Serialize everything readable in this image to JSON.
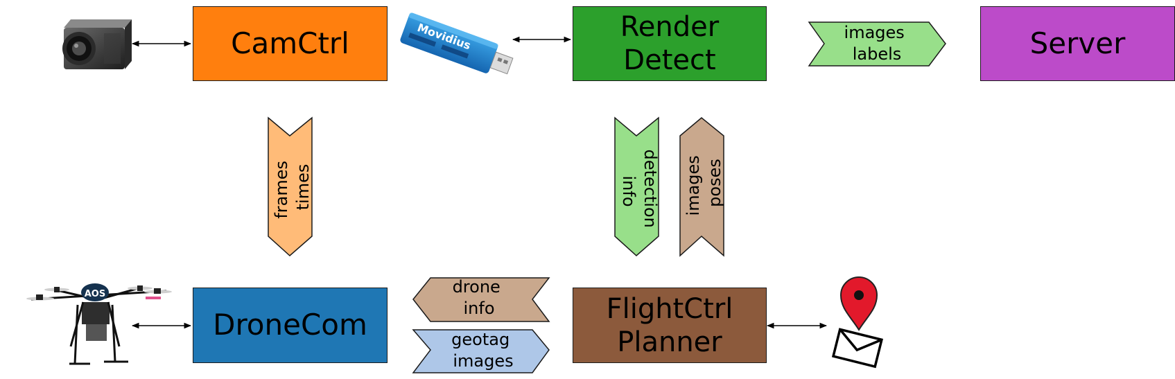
{
  "modules": {
    "camctrl": {
      "label": "CamCtrl",
      "color": "#ff7f0e"
    },
    "render_detect": {
      "line1": "Render",
      "line2": "Detect",
      "color": "#2ca02c"
    },
    "server": {
      "label": "Server",
      "color": "#bc4bc9"
    },
    "dronecom": {
      "label": "DroneCom",
      "color": "#1f77b4"
    },
    "flightctrl": {
      "line1": "FlightCtrl",
      "line2": "Planner",
      "color": "#8c5a3c"
    }
  },
  "messages": {
    "images_labels": {
      "line1": "images",
      "line2": "labels",
      "color": "#98df8a"
    },
    "frames_times": {
      "line1": "frames",
      "line2": "times",
      "color": "#ffbb78"
    },
    "detection_info": {
      "line1": "detection",
      "line2": "info",
      "color": "#98df8a"
    },
    "images_poses": {
      "line1": "images",
      "line2": "poses",
      "color": "#c9a88d"
    },
    "drone_info": {
      "line1": "drone",
      "line2": "info",
      "color": "#c9a88d"
    },
    "geotag_images": {
      "line1": "geotag",
      "line2": "images",
      "color": "#aec7e8"
    }
  },
  "devices": {
    "usb_stick_brand": "Movidius",
    "drone_badge": "AOS"
  },
  "icons": [
    "camera-icon",
    "usb-stick-icon",
    "drone-icon",
    "map-pin-icon",
    "envelope-icon"
  ]
}
